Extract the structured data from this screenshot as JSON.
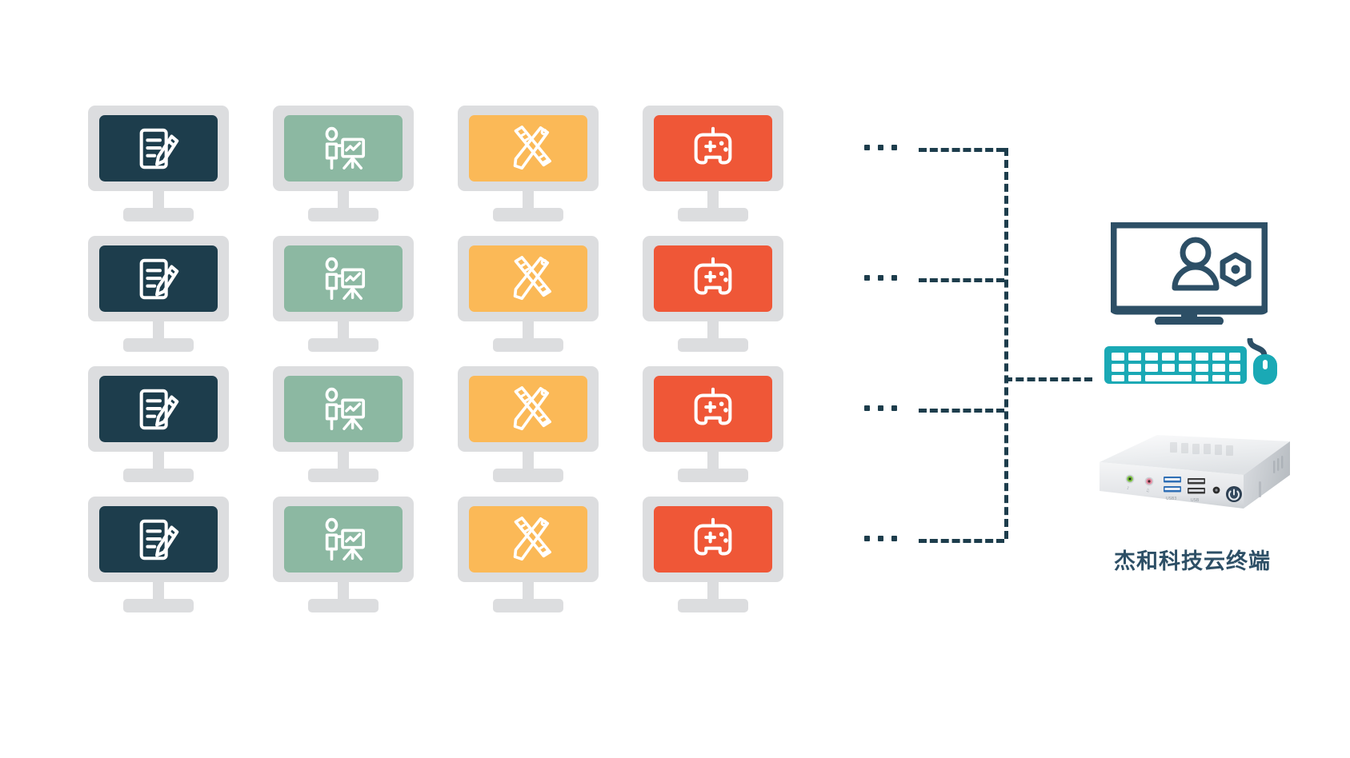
{
  "diagram": {
    "type": "network-topology",
    "title": "",
    "background_color": "#ffffff",
    "description": "Cloud terminal topology: a grid of thin-client monitors connected by dashed lines to a single cloud terminal host with admin workstation."
  },
  "palette": {
    "bezel_gray": "#dcdddf",
    "dark_navy": "#1d3d4c",
    "sage_green": "#8cb8a2",
    "amber": "#fbb957",
    "vermilion": "#ef5737",
    "teal": "#1aa9b5",
    "admin_navy": "#2d4f66",
    "caption_color": "#2d4f66",
    "dash_color": "#1d3d4c"
  },
  "client_grid": {
    "rows": 4,
    "columns": 4,
    "column_types": [
      {
        "key": "document-edit",
        "icon": "document-edit-icon",
        "screen_color": "#1d3d4c",
        "label": "Document editing terminal"
      },
      {
        "key": "presentation",
        "icon": "presentation-board-icon",
        "screen_color": "#8cb8a2",
        "label": "Presentation terminal"
      },
      {
        "key": "design",
        "icon": "ruler-pencil-icon",
        "screen_color": "#fbb957",
        "label": "Design terminal"
      },
      {
        "key": "gaming",
        "icon": "gamepad-icon",
        "screen_color": "#ef5737",
        "label": "Gaming terminal"
      }
    ],
    "row_ellipsis_label": "...",
    "row_count_label": "4"
  },
  "network": {
    "ellipsis_glyph": "...",
    "line_style": "dashed",
    "trunk_label": "",
    "branches": 4
  },
  "admin": {
    "monitor_icon": "user-settings-monitor-icon",
    "keyboard_icon": "keyboard-icon",
    "mouse_icon": "mouse-icon",
    "screen_content": "user-gear"
  },
  "cloud_terminal": {
    "device_icon": "mini-pc-icon",
    "caption": "杰和科技云终端",
    "ports": [
      {
        "name": "audio-out-jack",
        "color": "#7dc242"
      },
      {
        "name": "audio-in-jack",
        "color": "#e8899f"
      },
      {
        "name": "usb3-port-upper",
        "color": "#2f6fb5",
        "label": "USB3"
      },
      {
        "name": "usb3-port-lower",
        "color": "#2f6fb5",
        "label": "USB3"
      },
      {
        "name": "usb2-port-upper",
        "color": "#3a3a3a",
        "label": "USB"
      },
      {
        "name": "usb2-port-lower",
        "color": "#3a3a3a",
        "label": "USB"
      },
      {
        "name": "dc-power-jack",
        "color": "#2c2c2c"
      },
      {
        "name": "power-button",
        "color": "#2c3e50"
      }
    ]
  }
}
